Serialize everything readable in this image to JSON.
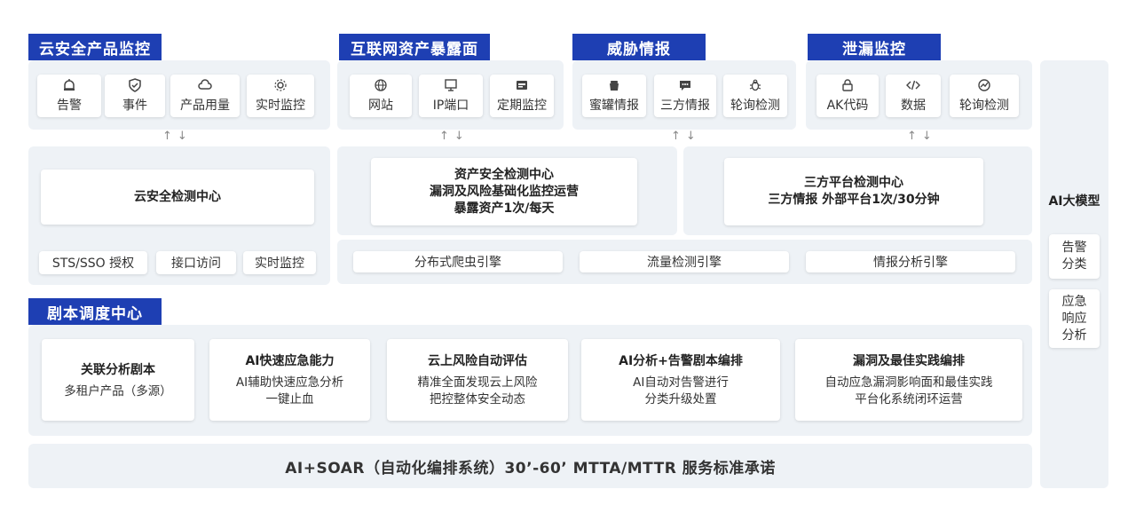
{
  "sections": {
    "cloud_monitor": "云安全产品监控",
    "exposure": "互联网资产暴露面",
    "threat_intel": "威胁情报",
    "leak_monitor": "泄漏监控",
    "playbook": "剧本调度中心"
  },
  "cloud_icons": [
    {
      "label": "告警",
      "icon": "alarm-icon"
    },
    {
      "label": "事件",
      "icon": "shield-check-icon"
    },
    {
      "label": "产品用量",
      "icon": "cloud-icon"
    },
    {
      "label": "实时监控",
      "icon": "monitor-gear-icon"
    }
  ],
  "exposure_icons": [
    {
      "label": "网站",
      "icon": "globe-icon"
    },
    {
      "label": "IP端口",
      "icon": "ip-icon"
    },
    {
      "label": "定期监控",
      "icon": "server-icon"
    }
  ],
  "threat_icons": [
    {
      "label": "蜜罐情报",
      "icon": "honeypot-icon"
    },
    {
      "label": "三方情报",
      "icon": "chat-icon"
    },
    {
      "label": "轮询检测",
      "icon": "bug-icon"
    }
  ],
  "leak_icons": [
    {
      "label": "AK代码",
      "icon": "lock-icon"
    },
    {
      "label": "数据",
      "icon": "code-icon"
    },
    {
      "label": "轮询检测",
      "icon": "gauge-icon"
    }
  ],
  "arrows": "↑↓",
  "cloud_center": "云安全检测中心",
  "asset_center": {
    "line1": "资产安全检测中心",
    "line2": "漏洞及风险基础化监控运营",
    "line3": "暴露资产1次/每天"
  },
  "third_center": {
    "line1": "三方平台检测中心",
    "line2": "三方情报 外部平台1次/30分钟"
  },
  "cloud_bottom": [
    "STS/SSO 授权",
    "接口访问",
    "实时监控"
  ],
  "engines": [
    "分布式爬虫引擎",
    "流量检测引擎",
    "情报分析引擎"
  ],
  "playbooks": [
    {
      "title": "关联分析剧本",
      "lines": [
        "多租户产品（多源）"
      ]
    },
    {
      "title": "AI快速应急能力",
      "lines": [
        "AI辅助快速应急分析",
        "一键止血"
      ]
    },
    {
      "title": "云上风险自动评估",
      "lines": [
        "精准全面发现云上风险",
        "把控整体安全动态"
      ]
    },
    {
      "title": "AI分析+告警剧本编排",
      "lines": [
        "AI自动对告警进行",
        "分类升级处置"
      ]
    },
    {
      "title": "漏洞及最佳实践编排",
      "lines": [
        "自动应急漏洞影响面和最佳实践",
        "平台化系统闭环运营"
      ]
    }
  ],
  "footer": "AI+SOAR（自动化编排系统）30’-60’ MTTA/MTTR 服务标准承诺",
  "ai_model": {
    "title": "AI大模型",
    "items": [
      {
        "lines": [
          "告警",
          "分类"
        ]
      },
      {
        "lines": [
          "应急",
          "响应",
          "分析"
        ]
      }
    ]
  },
  "colors": {
    "accent": "#1e3fb3",
    "panel": "#eef2f6"
  }
}
